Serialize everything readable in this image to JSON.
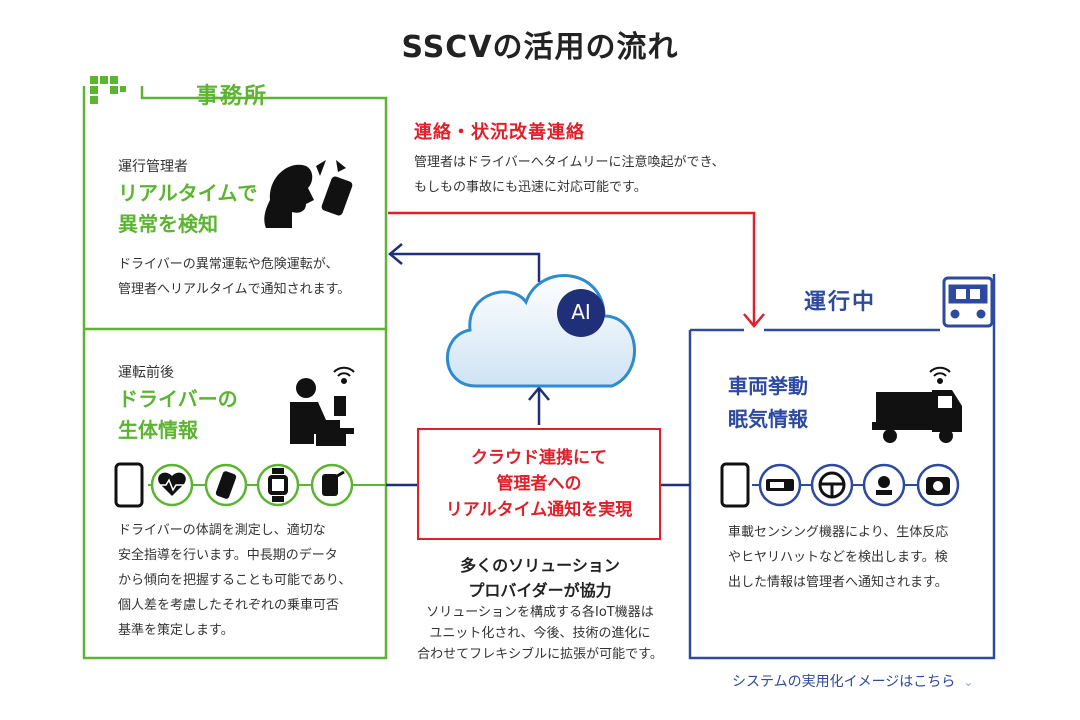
{
  "title": "SSCVの活用の流れ",
  "office": {
    "label": "事務所",
    "manager": {
      "sub": "運行管理者",
      "head_lines": [
        "リアルタイムで",
        "異常を検知"
      ],
      "body_lines": [
        "ドライバーの異常運転や危険運転が、",
        "管理者へリアルタイムで通知されます。"
      ]
    },
    "driver": {
      "sub": "運転前後",
      "head_lines": [
        "ドライバーの",
        "生体情報"
      ],
      "body_lines": [
        "ドライバーの体調を測定し、適切な",
        "安全指導を行います。中長期のデータ",
        "から傾向を把握することも可能であり、",
        "個人差を考慮したそれぞれの乗車可否",
        "基準を策定します。"
      ]
    }
  },
  "contact": {
    "head": "連絡・状況改善連絡",
    "body_lines": [
      "管理者はドライバーへタイムリーに注意喚起ができ、",
      "もしもの事故にも迅速に対応可能です。"
    ]
  },
  "cloud": {
    "ai_label": "AI",
    "box_lines": [
      "クラウド連携にて",
      "管理者への",
      "リアルタイム通知を実現"
    ]
  },
  "solution": {
    "head_lines": [
      "多くのソリューション",
      "プロバイダーが協力"
    ],
    "body_lines": [
      "ソリューションを構成する各IoT機器は",
      "ユニット化され、今後、技術の進化に",
      "合わせてフレキシブルに拡張が可能です。"
    ]
  },
  "moving": {
    "label": "運行中",
    "head_lines": [
      "車両挙動",
      "眠気情報"
    ],
    "body_lines": [
      "車載センシング機器により、生体反応",
      "やヒヤリハットなどを検出します。検",
      "出した情報は管理者へ通知されます。"
    ]
  },
  "link": {
    "text": "システムの実用化イメージはこちら",
    "icon": "chevron-down-icon"
  },
  "colors": {
    "green": "#5bb531",
    "blue": "#2e4a9e",
    "red": "#e0202a",
    "navy": "#1f2f78"
  }
}
